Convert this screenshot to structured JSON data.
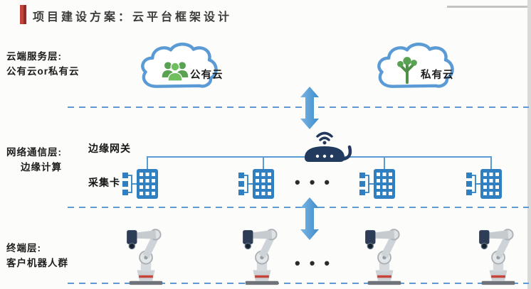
{
  "title": {
    "text": "项目建设方案：云平台框架设计"
  },
  "cloud_layer": {
    "label_line1": "云端服务层:",
    "label_line2": "公有云or私有云",
    "public_cloud_label": "公有云",
    "private_cloud_label": "私有云"
  },
  "network_layer": {
    "label_line1": "网络通信层:",
    "label_line2": "边缘计算",
    "gateway_label": "边缘网关",
    "capture_card_label": "采集卡",
    "ellipsis": "•••"
  },
  "terminal_layer": {
    "label_line1": "终端层:",
    "label_line2": "客户机器人群",
    "ellipsis": "•••"
  },
  "colors": {
    "accent_red": "#b03a34",
    "diagram_blue": "#5b9bd5",
    "card_blue": "#2f7fc1",
    "router_navy": "#223a5e",
    "icon_green": "#5aa253",
    "arrow_blue_light": "#7ab6e6",
    "arrow_blue_dark": "#3f8cc9"
  }
}
